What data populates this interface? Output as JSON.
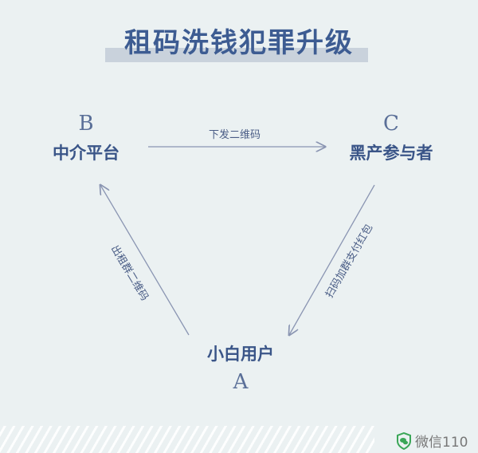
{
  "title": "租码洗钱犯罪升级",
  "nodes": {
    "b": {
      "letter": "B",
      "label": "中介平台"
    },
    "c": {
      "letter": "C",
      "label": "黑产参与者"
    },
    "a": {
      "letter": "A",
      "label": "小白用户"
    }
  },
  "edges": {
    "b_to_c": "下发二维码",
    "c_to_a": "扫码加群支付红包",
    "a_to_b": "出租群二维码"
  },
  "footer": {
    "brand": "微信110",
    "icon": "wechat-shield-icon"
  },
  "colors": {
    "title": "#3d5c92",
    "arrow": "#8a95b2",
    "background": "#ebf1f2"
  }
}
